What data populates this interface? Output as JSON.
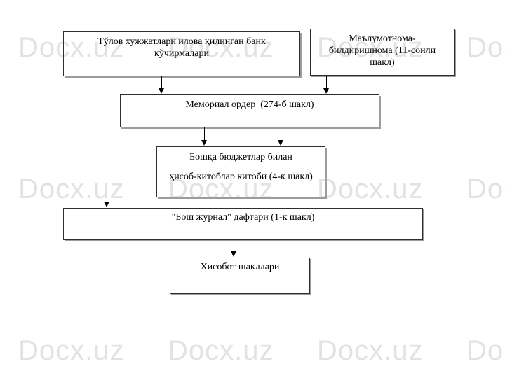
{
  "watermark": {
    "text": "Docx.uz",
    "color": "#e2e2e2"
  },
  "colors": {
    "box_border": "#2e2e2e",
    "box_shadow": "#9c9c9c",
    "connector": "#000000",
    "text": "#000000",
    "background": "#ffffff"
  },
  "diagram": {
    "type": "flowchart",
    "boxes": {
      "bank_statements": {
        "lines": [
          "Тўлов хужжатлари илова қилинган банк",
          "кўчирмалари"
        ]
      },
      "information_notice": {
        "lines": [
          "Маълумотнома-",
          "билдиришнома (11-сонли",
          "шакл)"
        ]
      },
      "memorial_order": {
        "lines": [
          "Мемориал ордер  (274-б шакл)"
        ]
      },
      "other_budgets_ledger": {
        "lines": [
          "Бошқа бюджетлар билан",
          "ҳисоб-китоблар китоби (4-к шакл)"
        ]
      },
      "general_journal": {
        "lines": [
          "\"Бош журнал\" дафтари (1-к шакл)"
        ]
      },
      "report_forms": {
        "lines": [
          "Хисобот шакллари"
        ]
      }
    }
  }
}
